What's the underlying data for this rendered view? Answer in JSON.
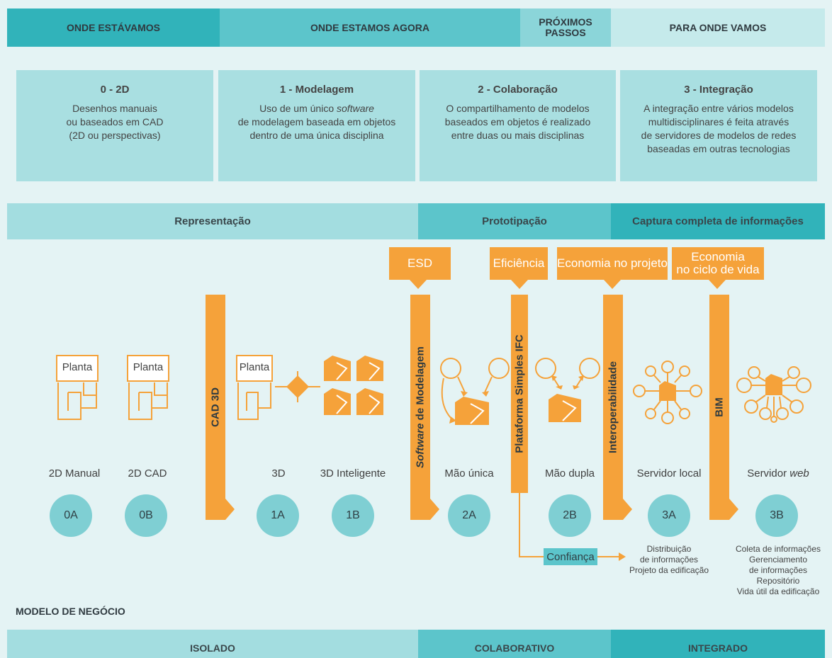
{
  "header": {
    "col1": "ONDE ESTÁVAMOS",
    "col2": "ONDE ESTAMOS AGORA",
    "col3": "PRÓXIMOS PASSOS",
    "col4": "PARA ONDE VAMOS"
  },
  "cards": [
    {
      "title": "0 - 2D",
      "desc": "Desenhos manuais\nou baseados em CAD\n(2D ou perspectivas)"
    },
    {
      "title": "1 - Modelagem",
      "desc_a": "Uso de um único ",
      "desc_em": "software",
      "desc_b": "de modelagem baseada em objetos\ndentro de uma única disciplina"
    },
    {
      "title": "2 - Colaboração",
      "desc": "O compartilhamento de modelos\nbaseados em objetos é realizado\nentre duas ou mais disciplinas"
    },
    {
      "title": "3 - Integração",
      "desc": "A integração entre vários modelos\nmultidisciplinares é feita através\nde servidores de modelos de redes\nbaseadas em outras tecnologias"
    }
  ],
  "bands": {
    "representacao": "Representação",
    "prototipacao": "Prototipação",
    "captura": "Captura completa de informações"
  },
  "tags": {
    "esd": "ESD",
    "eficiencia": "Eficiência",
    "economia_projeto": "Economia no projeto",
    "economia_ciclo": "Economia\nno ciclo de vida"
  },
  "pillars": {
    "cad3d": "CAD 3D",
    "software_em": "Software",
    "software_rest": " de Modelagem",
    "plataforma": "Plataforma Simples IFC",
    "interop": "Interoperabilidade",
    "bim": "BIM"
  },
  "icons": {
    "planta": "Planta"
  },
  "stages": [
    {
      "label": "2D Manual",
      "code": "0A"
    },
    {
      "label": "2D CAD",
      "code": "0B"
    },
    {
      "label": "3D",
      "code": "1A"
    },
    {
      "label": "3D Inteligente",
      "code": "1B"
    },
    {
      "label": "Mão única",
      "code": "2A"
    },
    {
      "label": "Mão dupla",
      "code": "2B"
    },
    {
      "label": "Servidor local",
      "code": "3A"
    },
    {
      "label_a": "Servidor ",
      "label_em": "web",
      "code": "3B"
    }
  ],
  "confianca": "Confiança",
  "notes": {
    "n3a": "Distribuição\nde informações\nProjeto da edificação",
    "n3b": "Coleta de informações\nGerenciamento\nde informações\nRepositório\nVida útil da edificação"
  },
  "modelo": "MODELO DE NEGÓCIO",
  "footer": {
    "isolado": "ISOLADO",
    "colaborativo": "COLABORATIVO",
    "integrado": "INTEGRADO"
  },
  "colors": {
    "orange": "#f5a23a",
    "teal_dark": "#31b3ba",
    "teal_mid": "#5cc5cb",
    "teal_light": "#a9dfe1",
    "bg": "#e4f3f4"
  }
}
